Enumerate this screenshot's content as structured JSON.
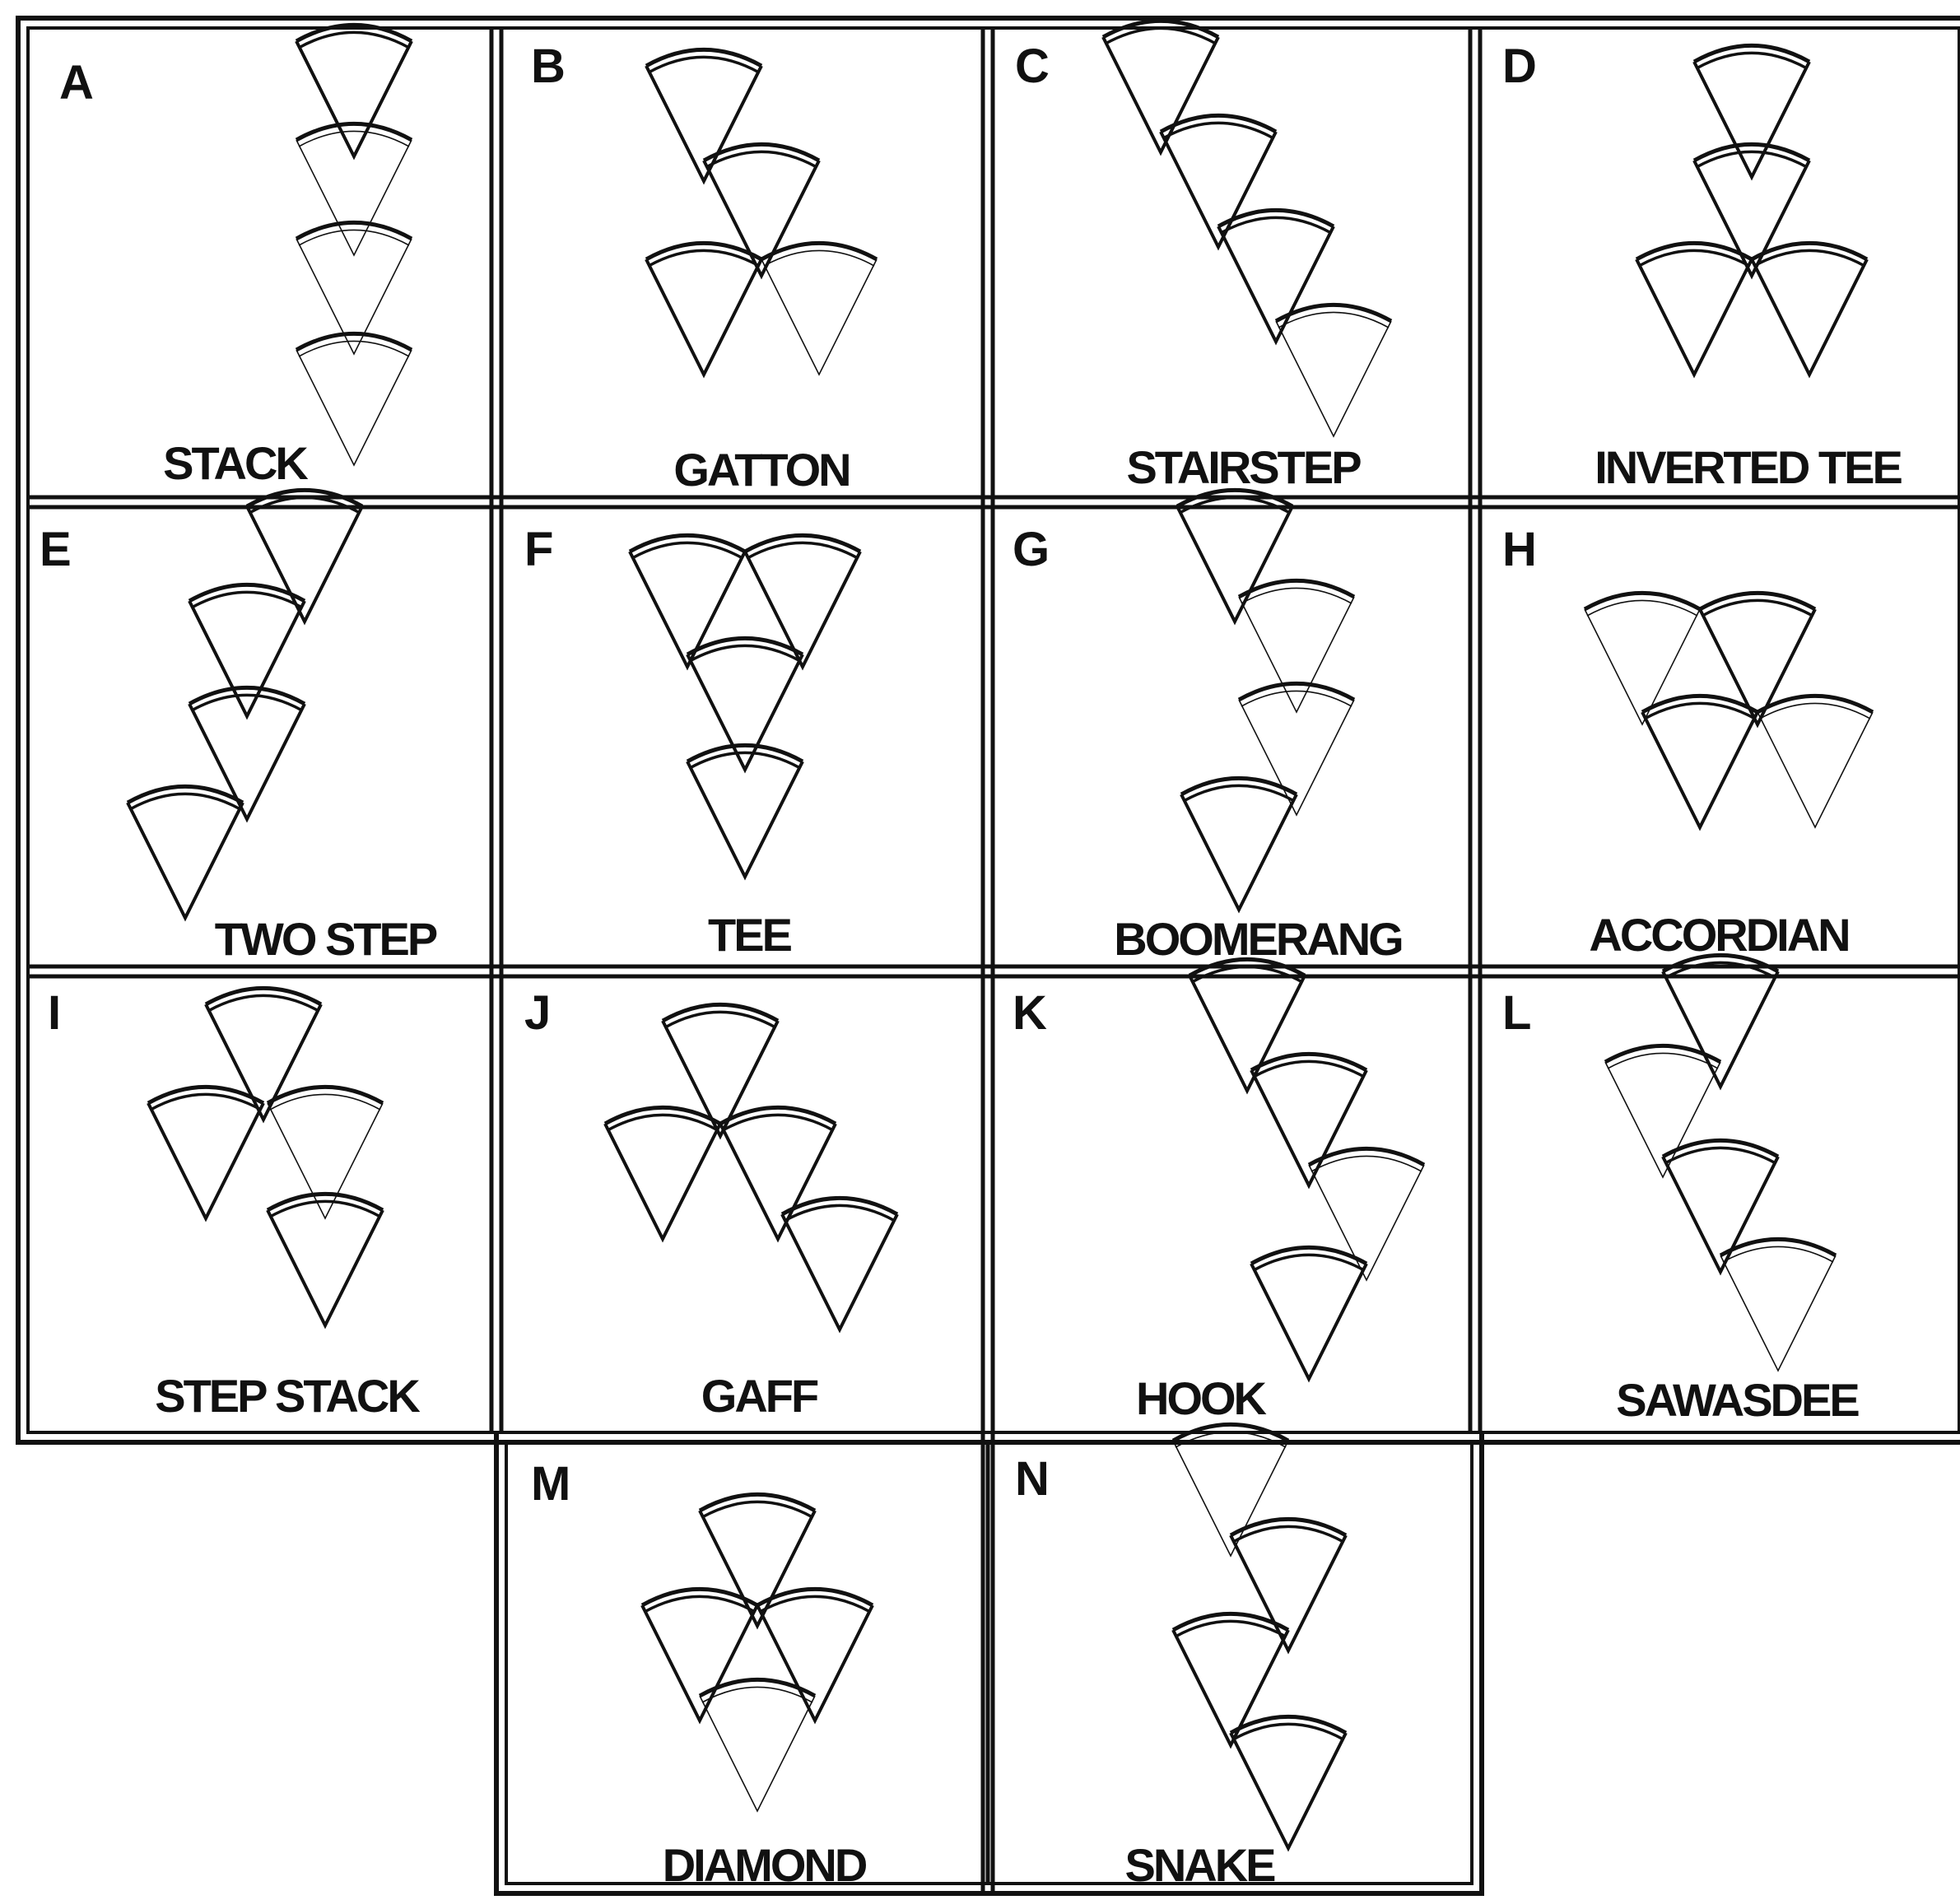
{
  "colors": {
    "ink": "#111111",
    "paper": "#ffffff"
  },
  "panels": [
    {
      "letter": "A",
      "name": "STACK"
    },
    {
      "letter": "B",
      "name": "GATTON"
    },
    {
      "letter": "C",
      "name": "STAIRSTEP"
    },
    {
      "letter": "D",
      "name": "INVERTED TEE"
    },
    {
      "letter": "E",
      "name": "TWO STEP"
    },
    {
      "letter": "F",
      "name": "TEE"
    },
    {
      "letter": "G",
      "name": "BOOMERANG"
    },
    {
      "letter": "H",
      "name": "ACCORDIAN"
    },
    {
      "letter": "I",
      "name": "STEP STACK"
    },
    {
      "letter": "J",
      "name": "GAFF"
    },
    {
      "letter": "K",
      "name": "HOOK"
    },
    {
      "letter": "L",
      "name": "SAWASDEE"
    },
    {
      "letter": "M",
      "name": "DIAMOND"
    },
    {
      "letter": "N",
      "name": "SNAKE"
    }
  ]
}
